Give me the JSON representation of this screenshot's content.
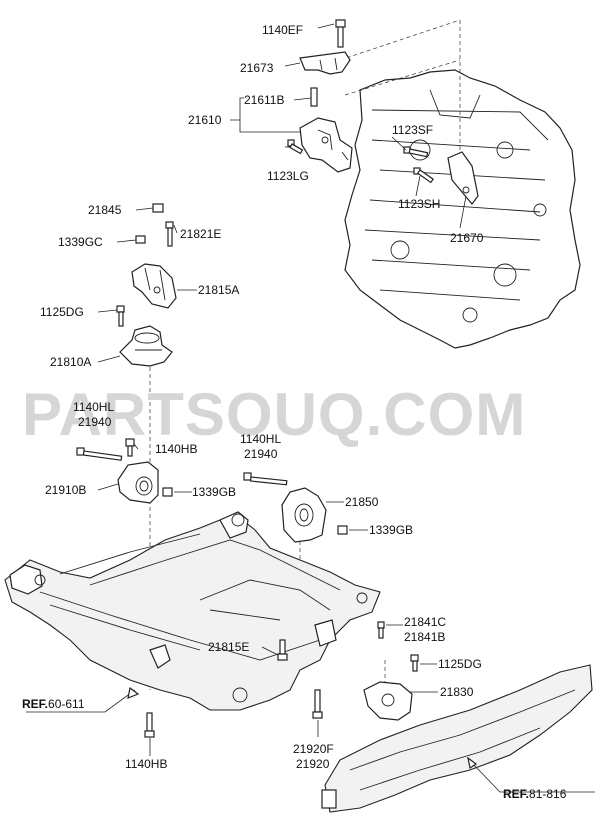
{
  "watermark": "PARTSOUQ.COM",
  "labels": {
    "l1140EF": "1140EF",
    "l21673": "21673",
    "l21611B": "21611B",
    "l21610": "21610",
    "l1123LG": "1123LG",
    "l1123SF": "1123SF",
    "l1123SH": "1123SH",
    "l21670": "21670",
    "l21845": "21845",
    "l21821E": "21821E",
    "l1339GC": "1339GC",
    "l21815A": "21815A",
    "l1125DG_a": "1125DG",
    "l21810A": "21810A",
    "l1140HL_a": "1140HL",
    "l21940_a": "21940",
    "l1140HB_a": "1140HB",
    "l21910B": "21910B",
    "l1339GB_a": "1339GB",
    "l1140HL_b": "1140HL",
    "l21940_b": "21940",
    "l21850": "21850",
    "l1339GB_b": "1339GB",
    "l21815E": "21815E",
    "l21841C": "21841C",
    "l21841B": "21841B",
    "l1125DG_b": "1125DG",
    "l21830": "21830",
    "l21920F": "21920F",
    "l21920": "21920",
    "l1140HB_b": "1140HB"
  },
  "refs": {
    "ref1_prefix": "REF.",
    "ref1_value": "60-611",
    "ref2_prefix": "REF.",
    "ref2_value": "81-816"
  }
}
